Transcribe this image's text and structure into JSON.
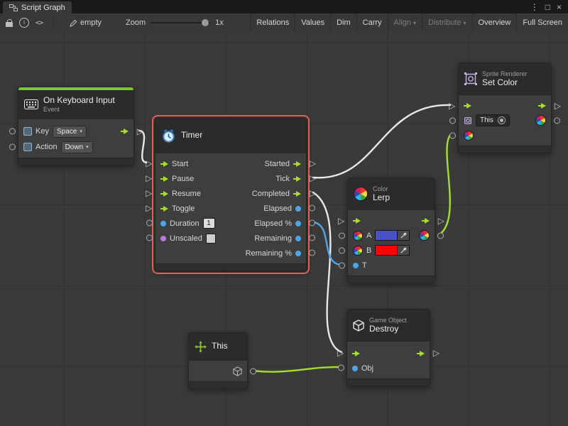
{
  "window": {
    "tab_title": "Script Graph",
    "controls": {
      "menu": "⋮",
      "maximize": "□",
      "close": "×"
    }
  },
  "toolbar": {
    "graph_name": "empty",
    "zoom": {
      "label": "Zoom",
      "value": "1x"
    },
    "buttons": {
      "relations": "Relations",
      "values": "Values",
      "dim": "Dim",
      "carry": "Carry",
      "align": "Align",
      "distribute": "Distribute",
      "overview": "Overview",
      "full_screen": "Full Screen"
    }
  },
  "nodes": {
    "keyboard_event": {
      "title": "On Keyboard Input",
      "subtitle": "Event",
      "key_label": "Key",
      "key_value": "Space",
      "action_label": "Action",
      "action_value": "Down"
    },
    "timer": {
      "title": "Timer",
      "in_flow": [
        "Start",
        "Pause",
        "Resume",
        "Toggle"
      ],
      "duration_label": "Duration",
      "duration_value": "1",
      "unscaled_label": "Unscaled",
      "out_flow": [
        "Started",
        "Tick",
        "Completed"
      ],
      "out_values": [
        "Elapsed",
        "Elapsed %",
        "Remaining",
        "Remaining %"
      ]
    },
    "color_lerp": {
      "category": "Color",
      "title": "Lerp",
      "a_label": "A",
      "b_label": "B",
      "t_label": "T",
      "a_color": "#4a52c8",
      "b_color": "#fe0000"
    },
    "set_color": {
      "category": "Sprite Renderer",
      "title": "Set Color",
      "target_value": "This"
    },
    "this_unit": {
      "title": "This"
    },
    "destroy": {
      "category": "Game Object",
      "title": "Destroy",
      "obj_label": "Obj"
    }
  },
  "connections": [
    {
      "from": "keyboard-event-trigger",
      "to": "timer-start",
      "color": "#e8e8e8"
    },
    {
      "from": "timer-tick",
      "to": "set-color-flow-in",
      "color": "#e8e8e8"
    },
    {
      "from": "timer-completed",
      "to": "destroy-flow-in",
      "color": "#e8e8e8"
    },
    {
      "from": "timer-elapsed-percent",
      "to": "lerp-t",
      "color": "#4ea6ea"
    },
    {
      "from": "lerp-color-out",
      "to": "set-color-color-in",
      "color": "#a3df2b"
    },
    {
      "from": "this-out",
      "to": "destroy-obj",
      "color": "#a3df2b"
    }
  ],
  "colors": {
    "flow_green": "#a3df2b",
    "value_blue": "#4ea6ea",
    "bool_purple": "#b879d8",
    "wire_white": "#e8e8e8",
    "selection_red": "#e2604e",
    "event_accent": "#7fc52f"
  }
}
